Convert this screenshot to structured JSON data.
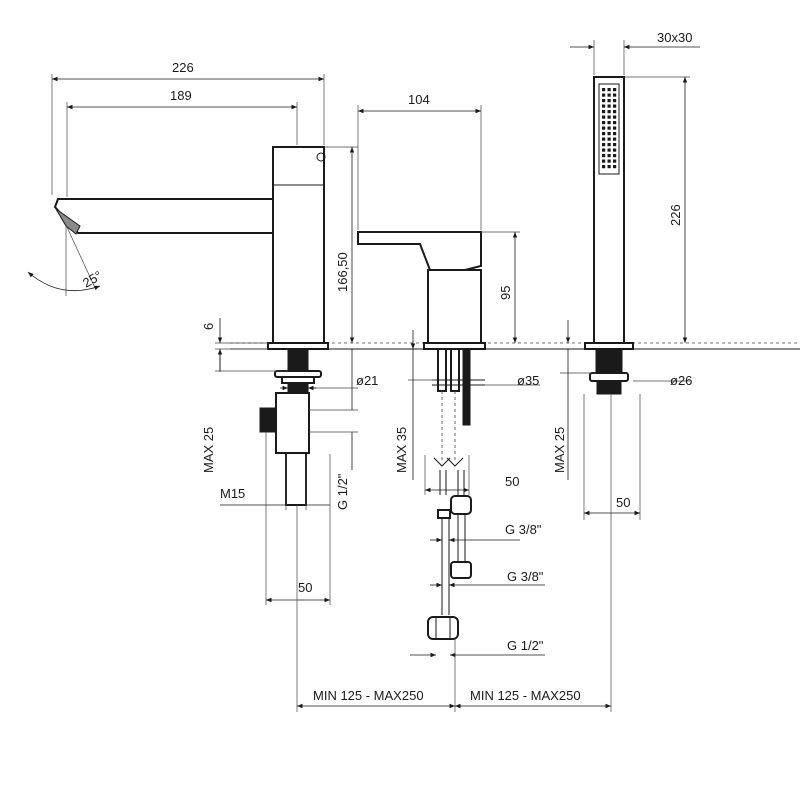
{
  "dimensions": {
    "spout_length_total": "226",
    "spout_length_reach": "189",
    "mixer_length": "104",
    "shower_head_section": "30x30",
    "spout_height": "166,50",
    "mixer_height": "95",
    "shower_length": "226",
    "deck_thickness": "6",
    "spout_hole_diameter": "ø21",
    "mixer_hole_diameter": "ø35",
    "shower_hole_diameter": "ø26",
    "spout_deck_max": "MAX 25",
    "mixer_deck_max": "MAX 35",
    "shower_deck_max": "MAX 25",
    "spout_thread": "M15",
    "spout_connection": "G 1/2\"",
    "spout_tail_length": "50",
    "mixer_tail_length": "50",
    "shower_tail_length": "50",
    "mixer_hose_thread_1": "G 3/8\"",
    "mixer_hose_thread_2": "G 3/8\"",
    "mixer_hose_connection": "G 1/2\"",
    "spacing_left": "MIN 125 - MAX250",
    "spacing_right": "MIN 125 - MAX250",
    "spout_angle": "25°"
  }
}
